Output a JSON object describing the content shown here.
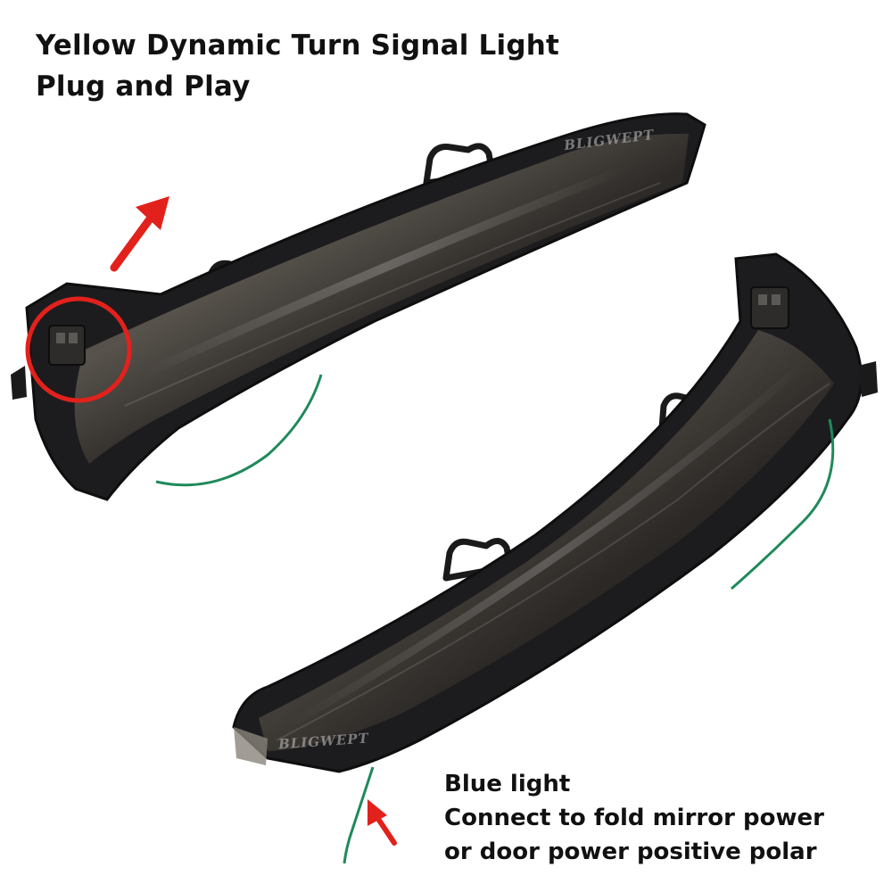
{
  "headline": {
    "line1": "Yellow Dynamic Turn Signal Light",
    "line2": "Plug and Play"
  },
  "note": {
    "line1": "Blue light",
    "line2": "Connect to fold mirror power",
    "line3": "or door power positive polar"
  },
  "watermark": "BLIGWEPT",
  "colors": {
    "annotation_red": "#e3211c",
    "wire_green": "#1f8a5a",
    "housing_dark": "#1c1c1e",
    "lens_smoke": "#3a3733"
  }
}
